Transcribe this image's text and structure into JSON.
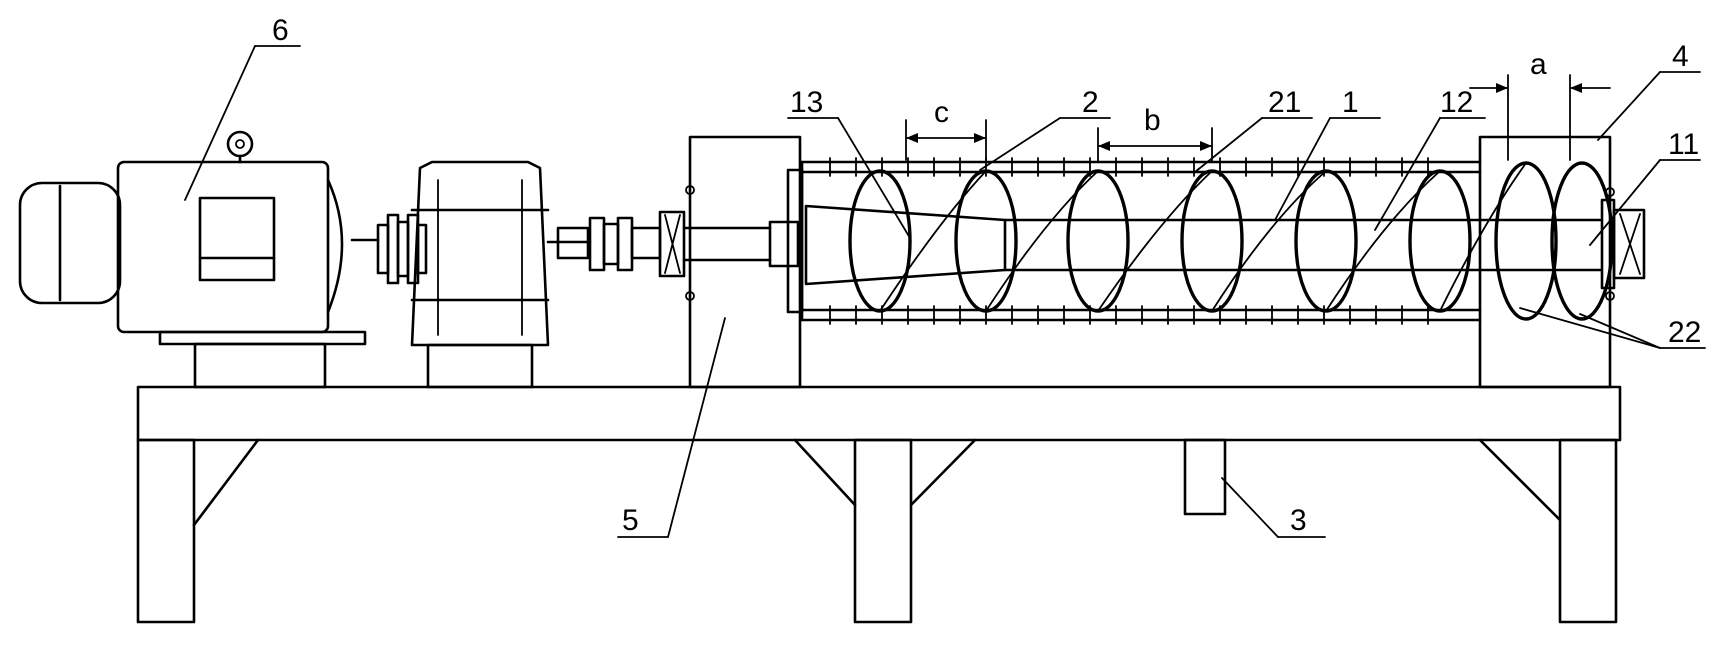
{
  "labels": {
    "motor": "6",
    "bearing_box": "5",
    "press_cylinder": "2",
    "pressure_drum": "21",
    "screw_shaft": "1",
    "screw_section": "12",
    "feed_end_shaft": "11",
    "cone_section": "13",
    "feed_hopper": "4",
    "inlet_pipes": "22",
    "drain": "3"
  },
  "dimensions": {
    "feed_pitch": "a",
    "middle_pitch": "b",
    "compression_pitch": "c"
  }
}
